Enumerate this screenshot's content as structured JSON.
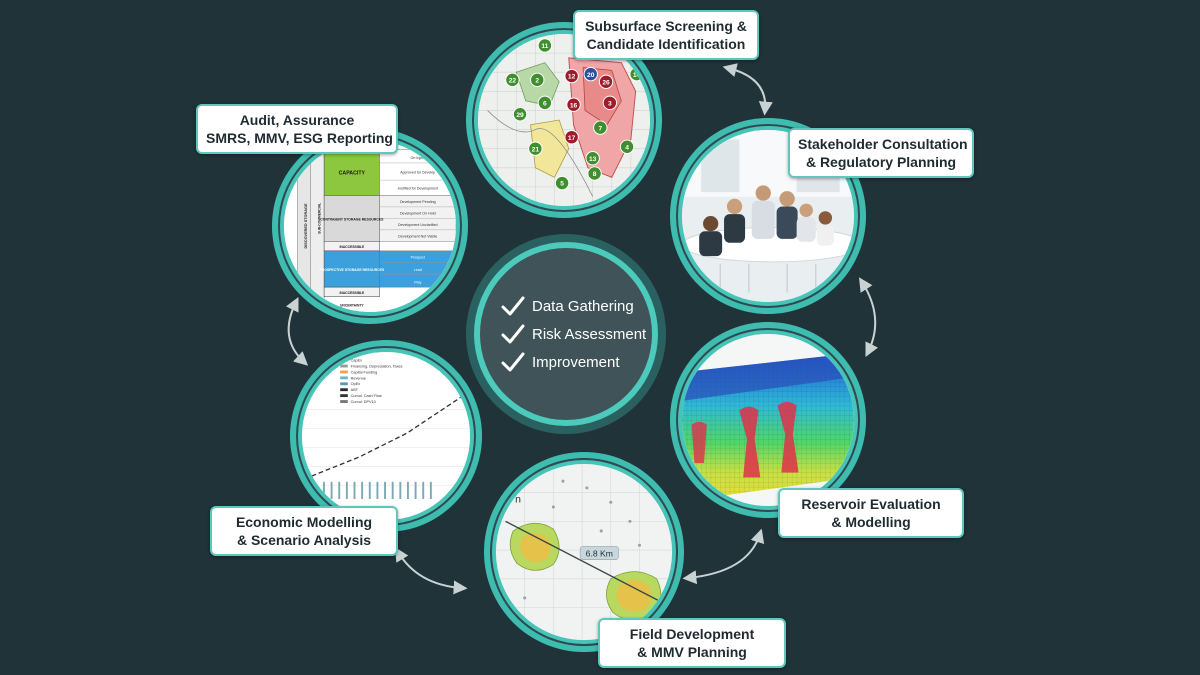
{
  "center": {
    "items": [
      "Data Gathering",
      "Risk Assessment",
      "Improvement"
    ]
  },
  "stages": {
    "subsurface": {
      "line1": "Subsurface Screening &",
      "line2": "Candidate Identification"
    },
    "stakeholder": {
      "line1": "Stakeholder Consultation",
      "line2": "& Regulatory Planning"
    },
    "reservoir": {
      "line1": "Reservoir Evaluation",
      "line2": "& Modelling"
    },
    "field": {
      "line1": "Field Development",
      "line2": "&  MMV Planning"
    },
    "economic": {
      "line1": "Economic Modelling",
      "line2": "& Scenario Analysis"
    },
    "audit": {
      "line1": "Audit, Assurance",
      "line2": "SMRS, MMV, ESG Reporting"
    }
  },
  "map_markers": [
    "11",
    "22",
    "2",
    "12",
    "20",
    "26",
    "14",
    "29",
    "6",
    "16",
    "3",
    "7",
    "4",
    "17",
    "21",
    "13",
    "5",
    "8"
  ],
  "resource_table": {
    "capacity": "CAPACITY",
    "contingent": "CONTINGENT STORAGE RESOURCES",
    "prospective": "PROSPECTIVE STORAGE RESOURCES",
    "inaccessible": "INACCESSIBLE",
    "side_discovered": "DISCOVERED STORAGE",
    "side_sub": "SUB-COMMERCIAL",
    "rows": [
      "On Inject",
      "Approved for Develop",
      "Justified for Development",
      "Development Pending",
      "Development On Hold",
      "Development Unclarified",
      "Development Not Viable",
      "Prospect",
      "Lead",
      "Play"
    ],
    "bottom": "UNCERTAINTY"
  },
  "economic_legend": [
    "CapEx",
    "Financing, Depreciation, Taxes",
    "Capital Funding",
    "Revenue",
    "OpEx",
    "ABT",
    "Cumul. Cash Flow",
    "Cumul. DPV10"
  ],
  "field_map": {
    "distance_label": "6.8 Km",
    "corner_text": "n"
  },
  "colors": {
    "background": "#1f3338",
    "accent": "#45c4b7",
    "label_bg": "#ffffff"
  }
}
